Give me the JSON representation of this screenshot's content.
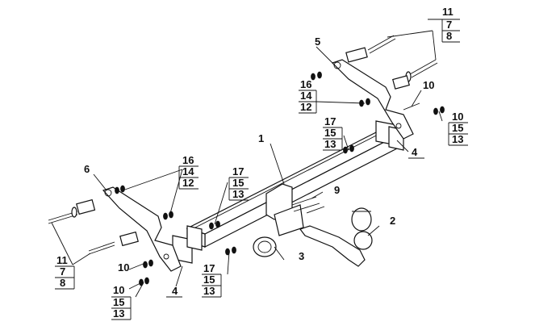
{
  "diagram": {
    "labels": {
      "l1": "1",
      "l2": "2",
      "l3": "3",
      "l4a": "4",
      "l4b": "4",
      "l5": "5",
      "l6": "6",
      "l9": "9",
      "l10a": "10",
      "l10b": "10",
      "l10c": "10",
      "l11a": "11",
      "l7a": "7",
      "l8a": "8",
      "l11b": "11",
      "l7b": "7",
      "l8b": "8",
      "l16a": "16",
      "l14a": "14",
      "l12a": "12",
      "l16b": "16",
      "l14b": "14",
      "l12b": "12",
      "l17a": "17",
      "l15a": "15",
      "l13a": "13",
      "l17b": "17",
      "l15b": "15",
      "l13b": "13",
      "l17c": "17",
      "l15c": "15",
      "l13c": "13",
      "l15d": "15",
      "l13d": "13",
      "l15e": "15",
      "l13e": "13"
    }
  }
}
